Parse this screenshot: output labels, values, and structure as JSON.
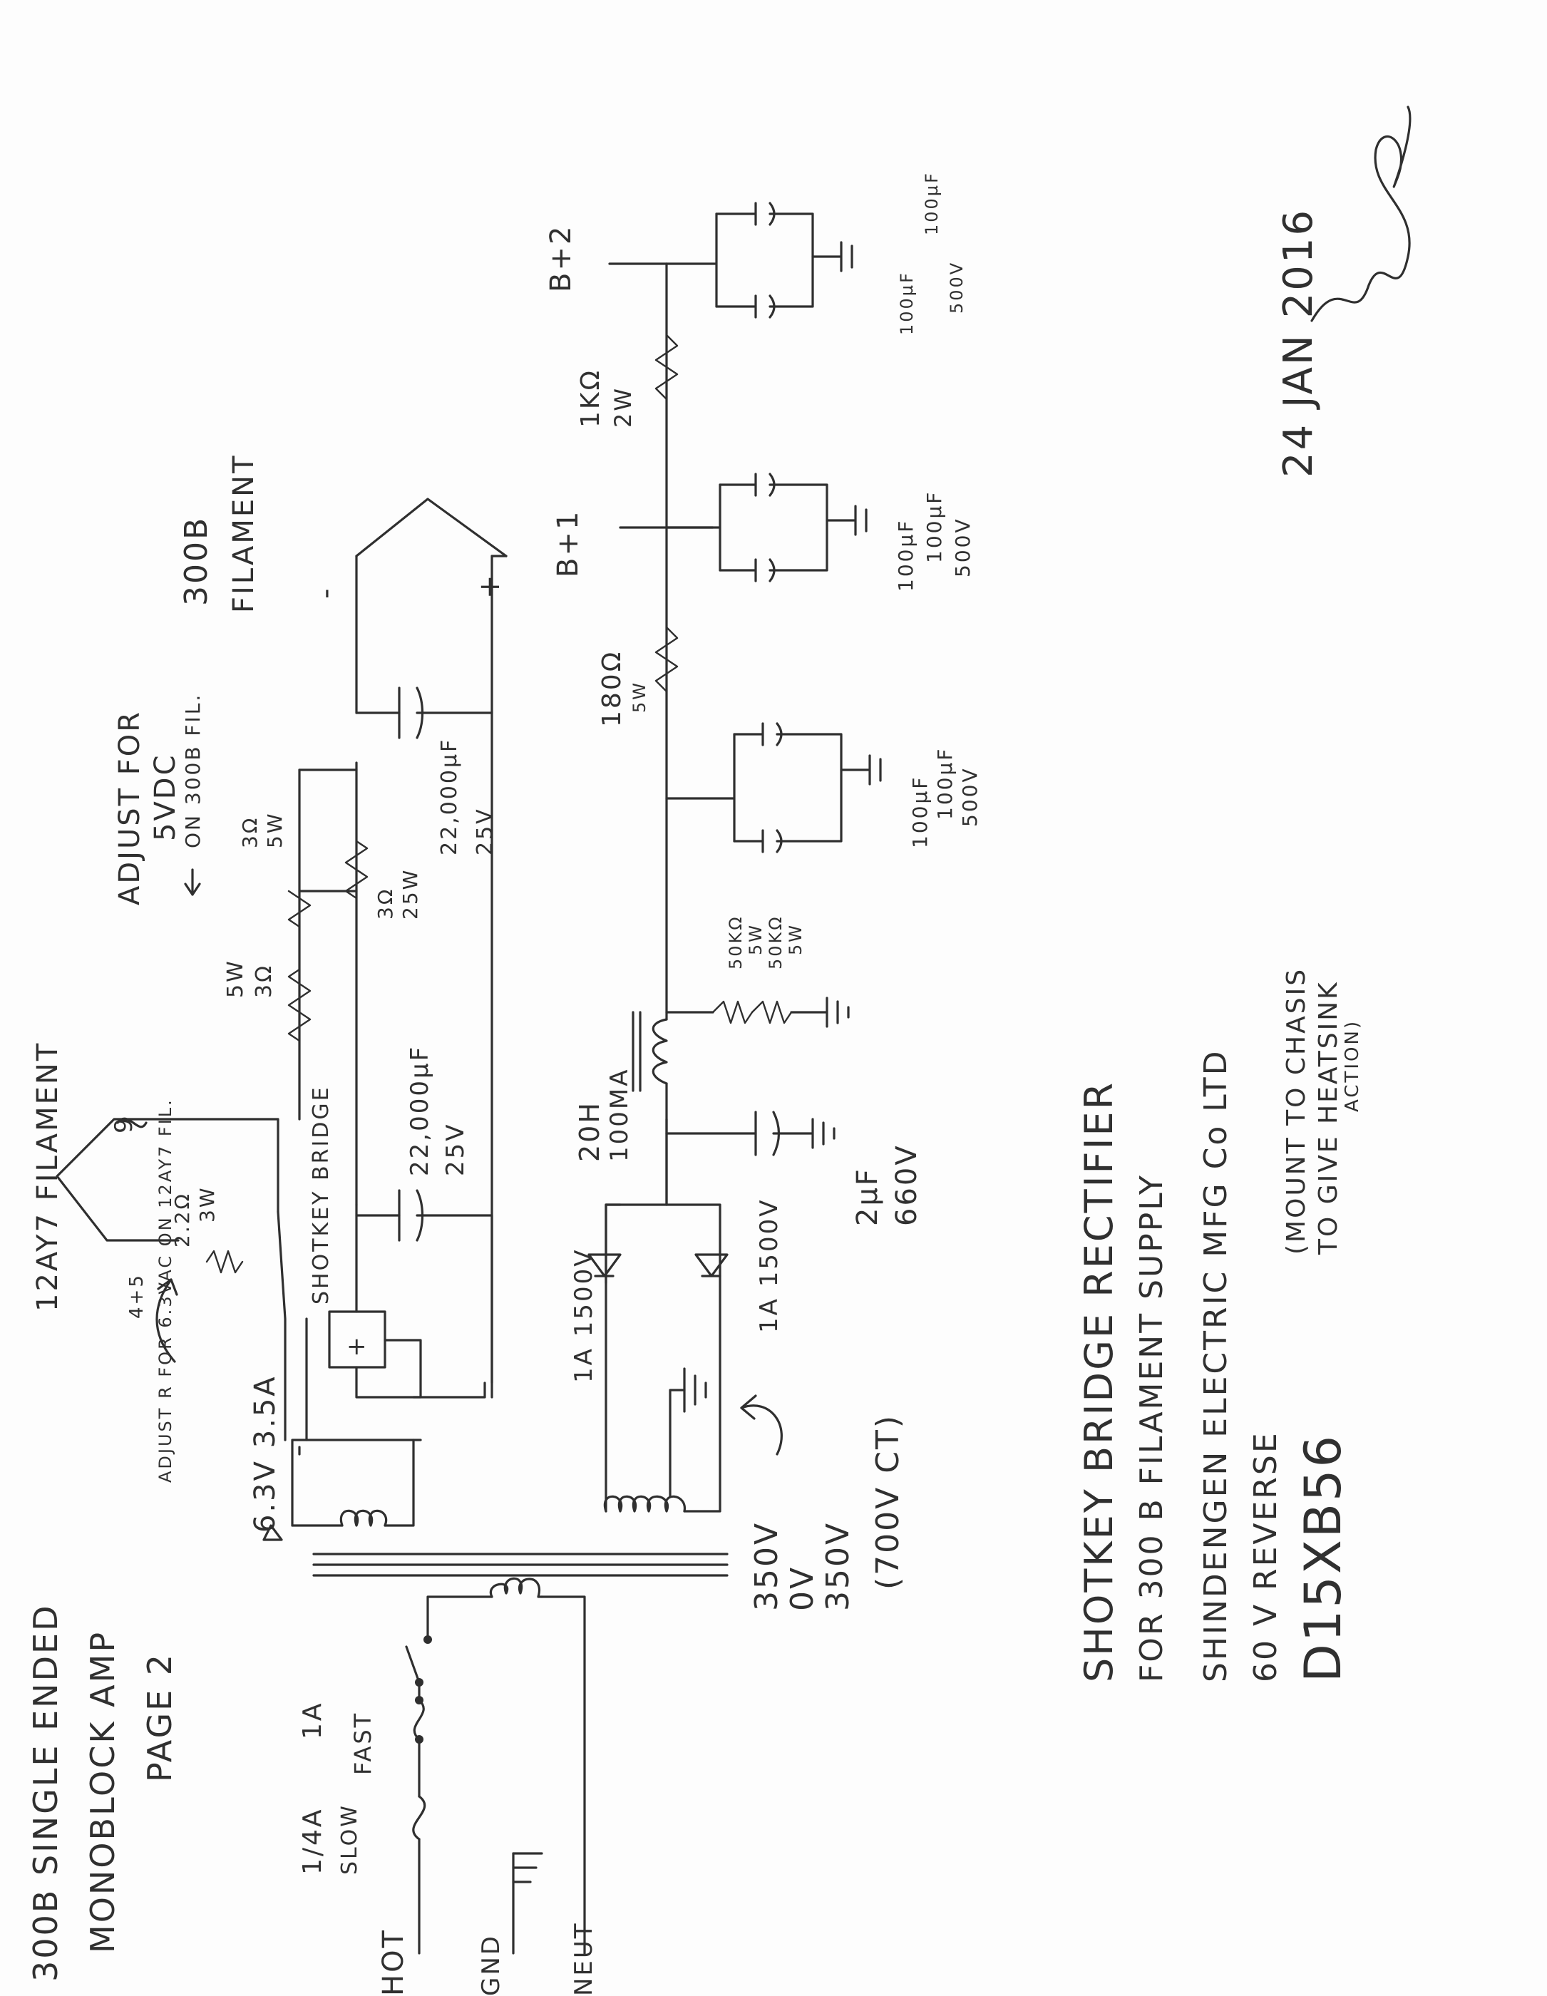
{
  "title": {
    "line1": "300B SINGLE ENDED",
    "line2": "MONOBLOCK AMP",
    "line3": "PAGE 2"
  },
  "mains": {
    "hot": "HOT",
    "gnd": "GND",
    "neut": "NEUT",
    "fuse1_rating": "1/4A",
    "fuse1_type": "SLOW",
    "fuse2_rating": "1A",
    "fuse2_type": "FAST"
  },
  "transformer": {
    "hv_top": "350V",
    "hv_ct": "0V",
    "hv_bottom": "350V",
    "hv_total": "(700V CT)",
    "fil_winding": "6.3V 3.5A"
  },
  "filament_12ay7": {
    "title": "12AY7 FILAMENT",
    "pin": "9",
    "resistor_value": "2.2Ω",
    "resistor_power": "3W",
    "adjust_note": "ADJUST R FOR 6.3VAC ON 12AY7 FIL.",
    "pin_labels": "4+5"
  },
  "filament_300b": {
    "bridge_label": "SHOTKEY BRIDGE",
    "cap1_value": "22,000µF",
    "cap1_voltage": "25V",
    "res1_value": "3Ω",
    "res1_power": "5W",
    "res2_value": "3Ω",
    "res2_power": "5W",
    "res3_value": "3Ω",
    "res3_power": "25W",
    "cap2_value": "22,000µF",
    "cap2_voltage": "25V",
    "adjust_note_1": "ADJUST FOR",
    "adjust_note_2": "5VDC",
    "adjust_note_3": "ON 300B FIL.",
    "title_1": "300B",
    "title_2": "FILAMENT",
    "minus": "-",
    "plus": "+"
  },
  "hv_supply": {
    "diode1": "1A 1500V",
    "diode2": "1A 1500V",
    "cap_in_value": "2µF",
    "cap_in_voltage": "660V",
    "choke_value": "20H",
    "choke_current": "100MA",
    "bleeder1_value": "50KΩ",
    "bleeder1_power": "5W",
    "bleeder2_value": "50KΩ",
    "bleeder2_power": "5W",
    "cap_bank1_a": "100µF",
    "cap_bank1_b": "100µF",
    "cap_bank1_v": "500V",
    "r_drop1_value": "180Ω",
    "r_drop1_power": "5W",
    "b1_label": "B+1",
    "cap_bank2_a": "100µF",
    "cap_bank2_b": "100µF",
    "cap_bank2_v": "500V",
    "r_drop2_value": "1KΩ",
    "r_drop2_power": "2W",
    "b2_label": "B+2",
    "cap_bank3_a": "100µF",
    "cap_bank3_b": "100µF",
    "cap_bank3_v": "500V"
  },
  "notes": {
    "line1": "SHOTKEY BRIDGE RECTIFIER",
    "line2": "FOR 300 B FILAMENT SUPPLY",
    "line3": "SHINDENGEN ELECTRIC MFG Co LTD",
    "line4": "60 V REVERSE",
    "part": "D15XB56",
    "mount_1": "(MOUNT TO CHASIS",
    "mount_2": "TO GIVE HEATSINK",
    "mount_3": "ACTION)"
  },
  "date": "24 JAN 2016",
  "signature_note": "signature"
}
